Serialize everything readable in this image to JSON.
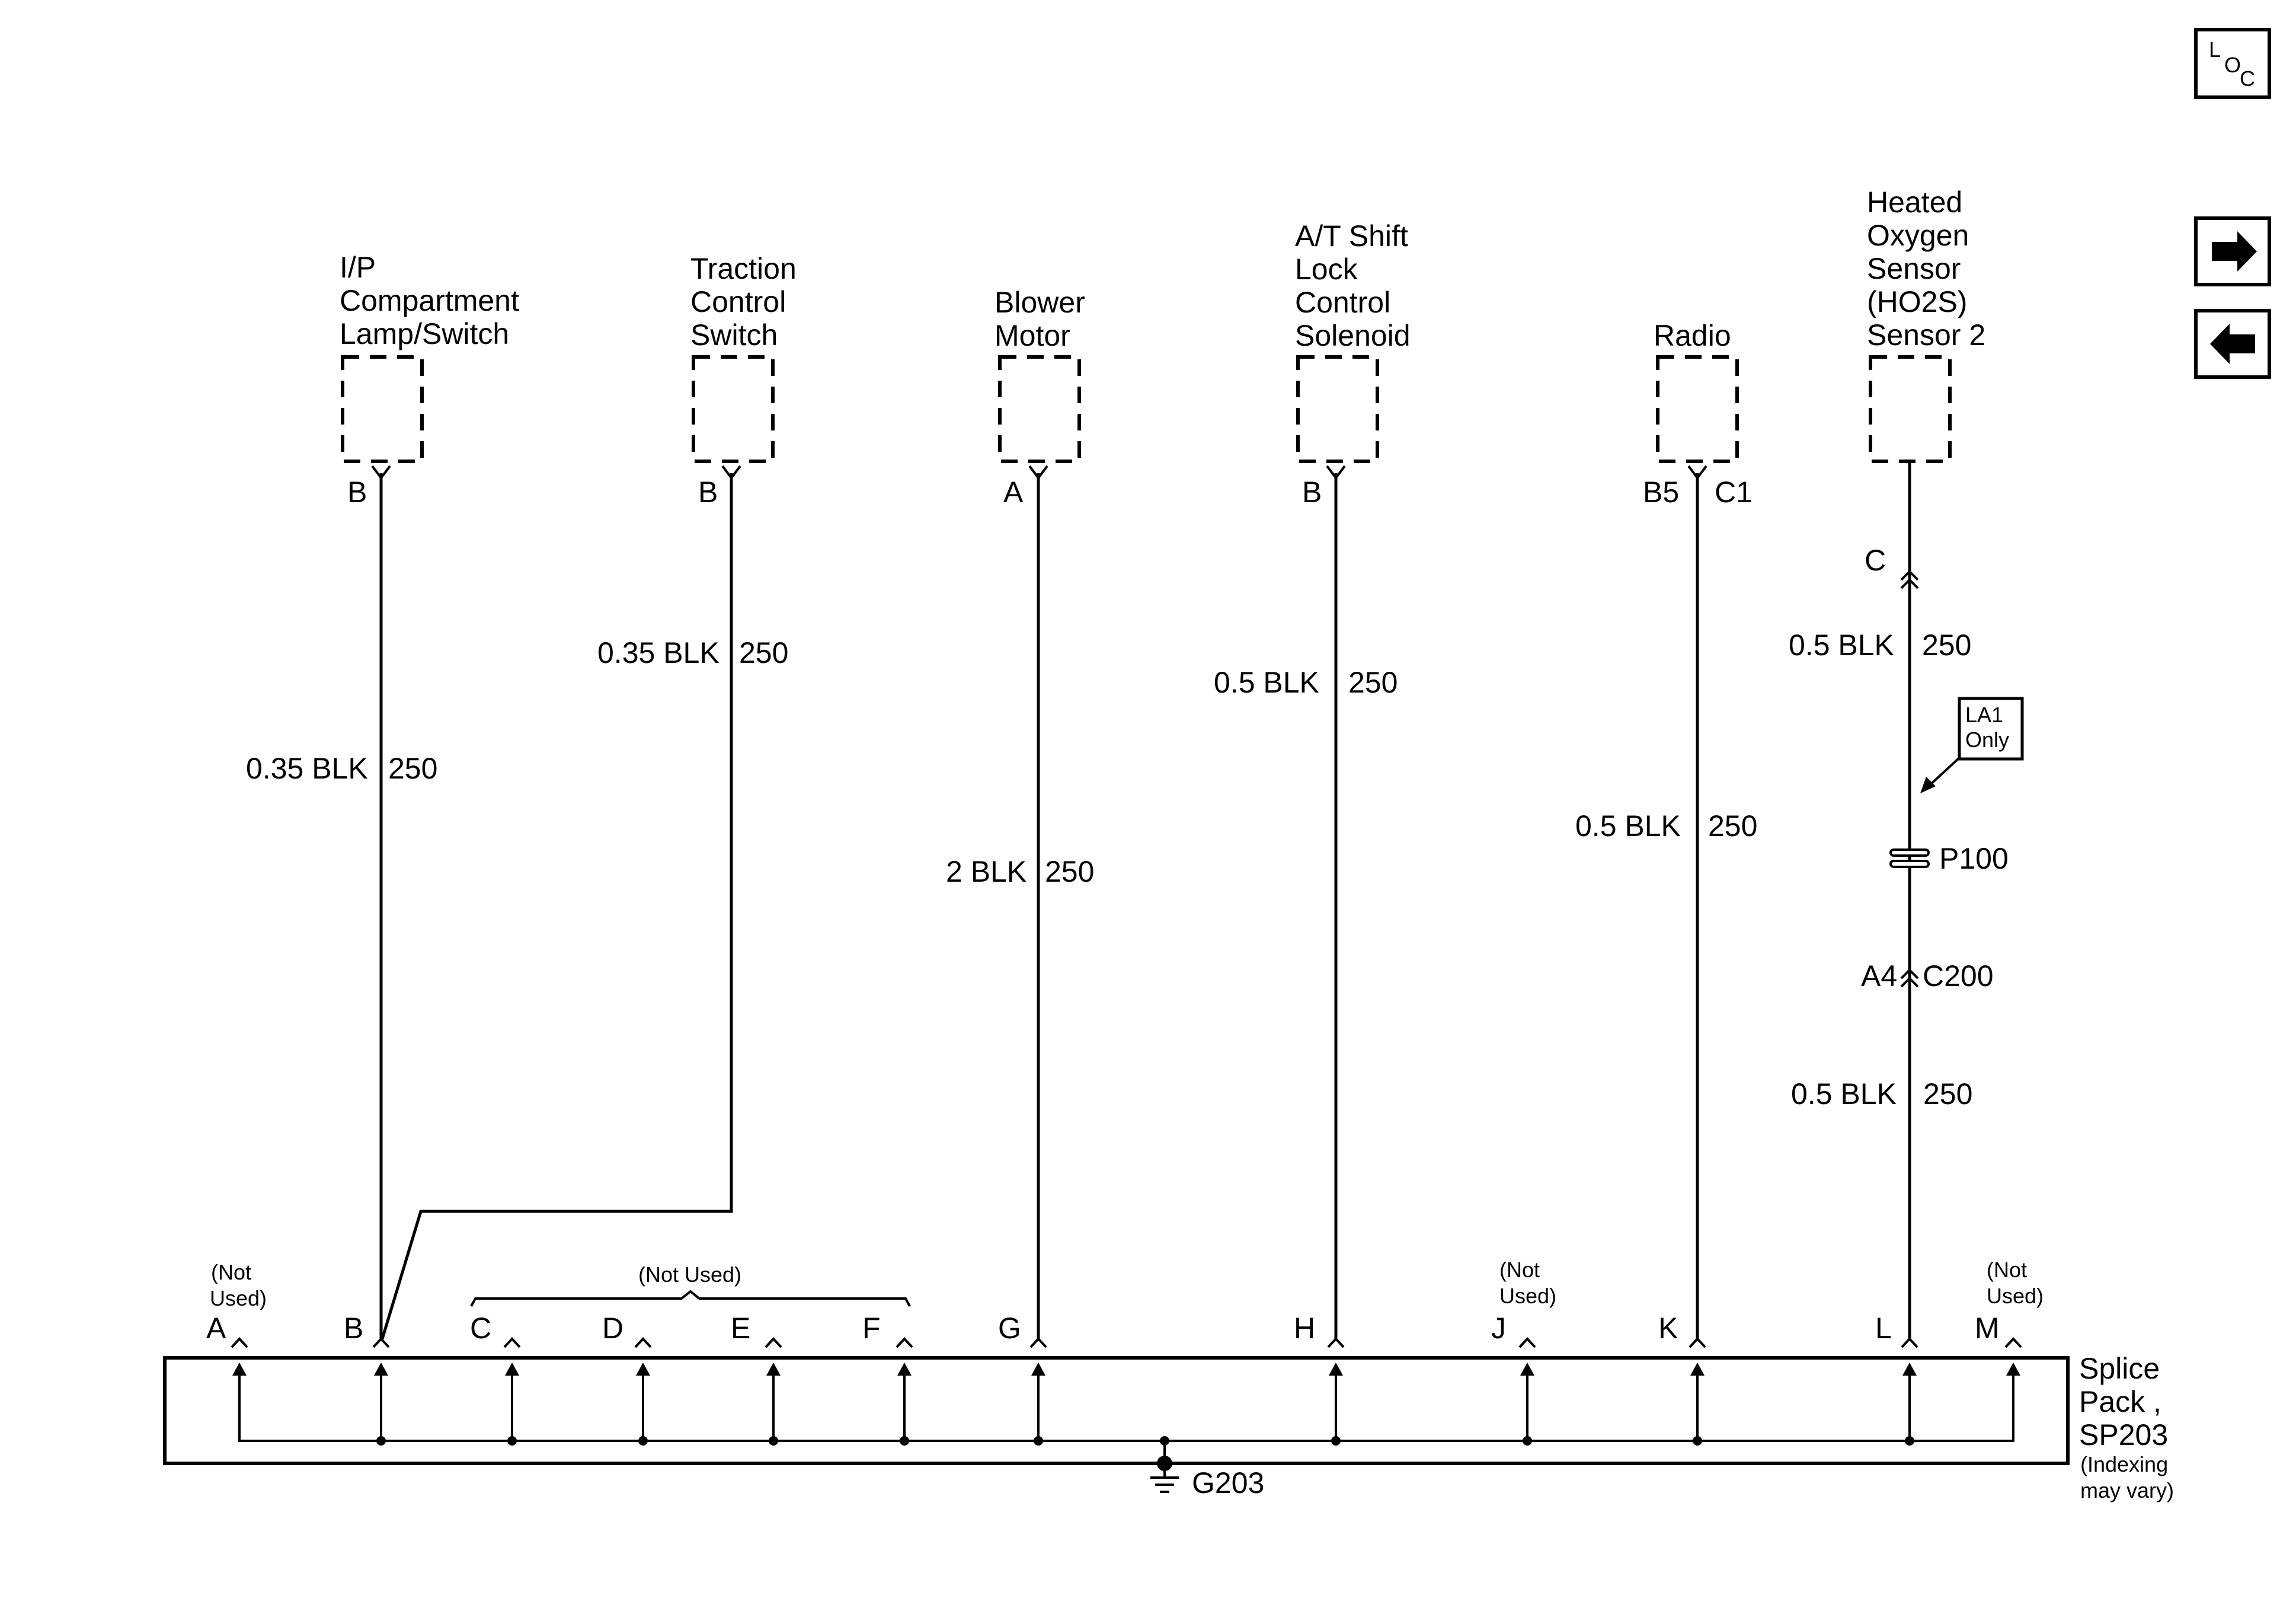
{
  "nav": {
    "loc_l": "L",
    "loc_o": "O",
    "loc_c": "C"
  },
  "components": [
    {
      "name": "I/P Compartment Lamp/Switch",
      "lines": [
        "I/P",
        "Compartment",
        "Lamp/Switch"
      ],
      "pin": "B",
      "pin_right": "",
      "wire_size": "0.35 BLK",
      "circuit": "250"
    },
    {
      "name": "Traction Control Switch",
      "lines": [
        "Traction",
        "Control",
        "Switch"
      ],
      "pin": "B",
      "pin_right": "",
      "wire_size": "0.35 BLK",
      "circuit": "250"
    },
    {
      "name": "Blower Motor",
      "lines": [
        "Blower",
        "Motor"
      ],
      "pin": "A",
      "pin_right": "",
      "wire_size": "2 BLK",
      "circuit": "250"
    },
    {
      "name": "A/T Shift Lock Control Solenoid",
      "lines": [
        "A/T Shift",
        "Lock",
        "Control",
        "Solenoid"
      ],
      "pin": "B",
      "pin_right": "",
      "wire_size": "0.5 BLK",
      "circuit": "250"
    },
    {
      "name": "Radio",
      "lines": [
        "Radio"
      ],
      "pin": "B5",
      "pin_right": "C1",
      "wire_size": "0.5 BLK",
      "circuit": "250"
    },
    {
      "name": "Heated Oxygen Sensor (HO2S) Sensor 2",
      "lines": [
        "Heated",
        "Oxygen",
        "Sensor",
        "(HO2S)",
        "Sensor 2"
      ],
      "pin": "C",
      "pin_right": "",
      "wire_size": "0.5 BLK",
      "circuit": "250"
    }
  ],
  "ho2s_path": {
    "note_line1": "LA1",
    "note_line2": "Only",
    "pass_through": "P100",
    "connector_pin": "A4",
    "connector": "C200",
    "lower_wire_size": "0.5 BLK",
    "lower_circuit": "250"
  },
  "splice_pack": {
    "name_lines": [
      "Splice",
      "Pack ,",
      "SP203"
    ],
    "note_lines": [
      "(Indexing",
      "may vary)"
    ],
    "ground": "G203",
    "pins": [
      "A",
      "B",
      "C",
      "D",
      "E",
      "F",
      "G",
      "H",
      "J",
      "K",
      "L",
      "M"
    ],
    "not_used_group": "(Not Used)",
    "not_used_line1": "(Not",
    "not_used_line2": "Used)"
  }
}
